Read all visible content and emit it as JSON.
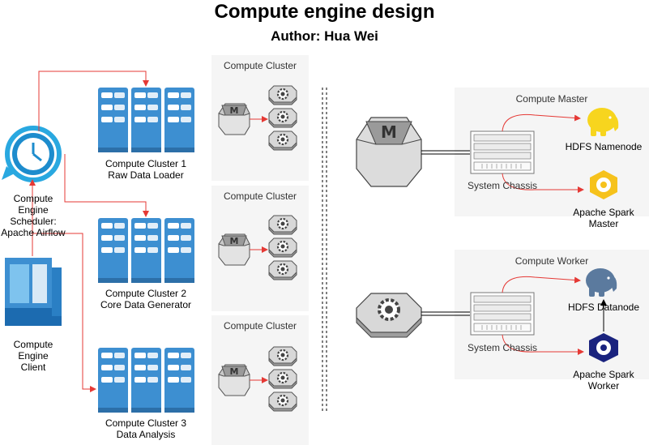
{
  "title": "Compute engine design",
  "author": "Author: Hua Wei",
  "left": {
    "scheduler_label": "Compute\nEngine\nScheduler:\nApache Airflow",
    "client_label": "Compute\nEngine\nClient"
  },
  "clusters": [
    {
      "label": "Compute Cluster 1\nRaw Data Loader"
    },
    {
      "label": "Compute Cluster 2\nCore Data Generator"
    },
    {
      "label": "Compute Cluster 3\nData Analysis"
    }
  ],
  "compute_cluster_panels": [
    "Compute Cluster",
    "Compute Cluster",
    "Compute Cluster"
  ],
  "master_panel": {
    "title": "Compute Master",
    "chassis": "System Chassis",
    "hdfs": "HDFS Namenode",
    "spark": "Apache Spark\nMaster"
  },
  "worker_panel": {
    "title": "Compute Worker",
    "chassis": "System Chassis",
    "hdfs": "HDFS Datanode",
    "spark": "Apache Spark\nWorker"
  },
  "colors": {
    "arrow": "#e53935",
    "server_blue": "#3d8fd1",
    "panel_bg": "#f5f5f5",
    "spark_master": "#f6c21c",
    "spark_worker": "#1a237e",
    "hadoop_yellow": "#f7d51e",
    "hadoop_blue": "#5b7a9e"
  }
}
